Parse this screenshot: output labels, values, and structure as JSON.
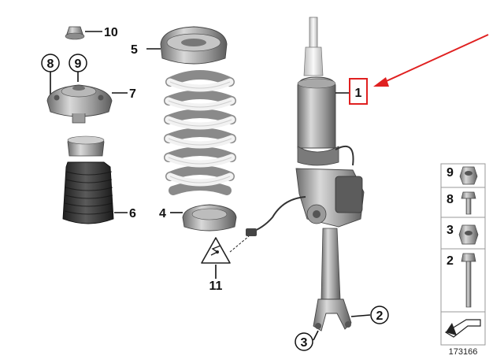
{
  "callouts": {
    "c1": "1",
    "c2": "2",
    "c3": "3",
    "c4": "4",
    "c5": "5",
    "c6": "6",
    "c7": "7",
    "c8": "8",
    "c9": "9",
    "c10": "10",
    "c11": "11"
  },
  "legend": {
    "items": [
      "9",
      "8",
      "3",
      "2"
    ]
  },
  "diagram_number": "173166",
  "colors": {
    "highlight": "#e02020",
    "parts_grey": "#8a8a8a",
    "spring": "#f0f0f0",
    "boot": "#3a3a3a"
  }
}
